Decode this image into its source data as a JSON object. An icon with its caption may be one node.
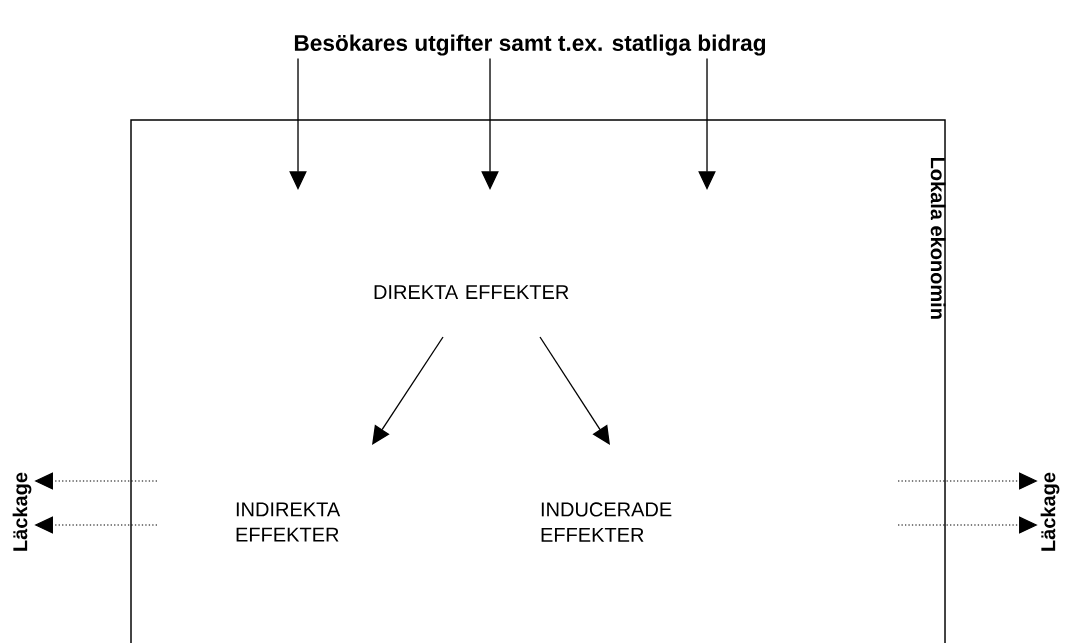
{
  "diagram": {
    "nodes": [
      {
        "text": [
          "Lokala ekonomin"
        ]
      },
      {
        "text": [
          "Besökares utgifter samt t.ex. statliga bidrag"
        ]
      },
      {
        "text": [
          "DIREKTA EFFEKTER"
        ],
        "in": 0
      },
      {
        "text": [
          "INDIREKTA EFFEKTER"
        ],
        "in": 0
      },
      {
        "text": [
          "INDUCERADE EFFEKTER"
        ],
        "in": 0
      },
      {
        "text": [
          "Läckage"
        ]
      },
      {
        "text": [
          "Läckage"
        ]
      }
    ],
    "edges": [
      {
        "from": 1,
        "to": null,
        "arrow": "to"
      },
      {
        "from": 1,
        "to": null,
        "arrow": "to"
      },
      {
        "from": 1,
        "to": null,
        "arrow": "to"
      },
      {
        "from": 2,
        "to": 3,
        "arrow": "to"
      },
      {
        "from": 2,
        "to": 4,
        "arrow": "to"
      },
      {
        "from": null,
        "to": 5,
        "arrow": "to",
        "style": "dashed"
      },
      {
        "from": null,
        "to": 5,
        "arrow": "to",
        "style": "dashed"
      },
      {
        "from": null,
        "to": 6,
        "arrow": "to",
        "style": "dashed"
      },
      {
        "from": null,
        "to": 6,
        "arrow": "to",
        "style": "dashed"
      }
    ]
  }
}
